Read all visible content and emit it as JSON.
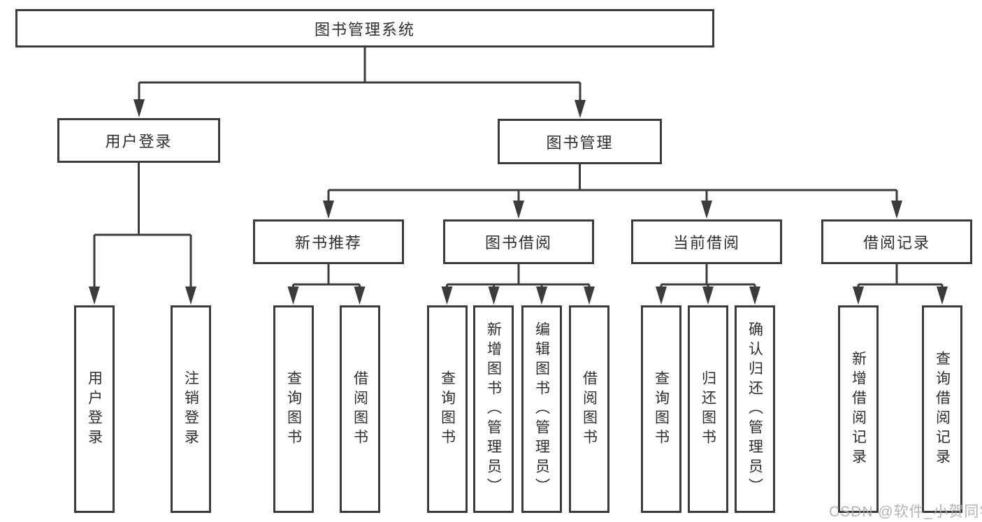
{
  "diagram": {
    "type": "hierarchy-chart",
    "line_color": "#3b3b3b",
    "box_fill": "#ffffff",
    "text_color": "#2e2e2e",
    "tree": {
      "root": {
        "label": "图书管理系统",
        "children": [
          {
            "label": "用户登录",
            "children": [
              {
                "label": "用户登录"
              },
              {
                "label": "注销登录"
              }
            ]
          },
          {
            "label": "图书管理",
            "children": [
              {
                "label": "新书推荐",
                "children": [
                  {
                    "label": "查询图书"
                  },
                  {
                    "label": "借阅图书"
                  }
                ]
              },
              {
                "label": "图书借阅",
                "children": [
                  {
                    "label": "查询图书"
                  },
                  {
                    "label": "新增图书（管理员）"
                  },
                  {
                    "label": "编辑图书（管理员）"
                  },
                  {
                    "label": "借阅图书"
                  }
                ]
              },
              {
                "label": "当前借阅",
                "children": [
                  {
                    "label": "查询图书"
                  },
                  {
                    "label": "归还图书"
                  },
                  {
                    "label": "确认归还（管理员）"
                  }
                ]
              },
              {
                "label": "借阅记录",
                "children": [
                  {
                    "label": "新增借阅记录"
                  },
                  {
                    "label": "查询借阅记录"
                  }
                ]
              }
            ]
          }
        ]
      }
    }
  },
  "watermark": {
    "text": "CSDN @软件_小贺同学"
  }
}
